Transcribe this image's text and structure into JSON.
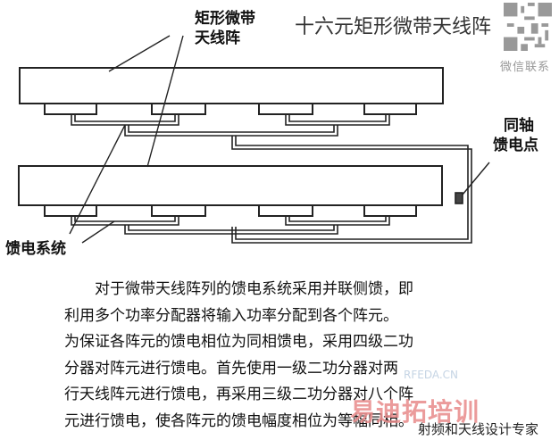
{
  "figure": {
    "title": "十六元矩形微带天线阵",
    "labels": {
      "array": [
        "矩形微带",
        "天线阵"
      ],
      "coax": [
        "同轴",
        "馈电点"
      ],
      "feed": "馈电系统"
    },
    "qr_caption": "微信联系"
  },
  "paragraph": [
    "对于微带天线阵列的馈电系统采用并联侧馈，即",
    "利用多个功率分配器将输入功率分配到各个阵元。",
    "为保证各阵元的馈电相位为同相馈电，采用四级二功",
    "分器对阵元进行馈电。首先使用一级二功分器对两",
    "行天线阵元进行馈电，再采用三级二功分器对八个阵",
    "元进行馈电，使各阵元的馈电幅度相位为等幅同相。"
  ],
  "watermark": {
    "site": "RFEDA.CN",
    "brand": "易迪拓培训",
    "tagline": "射频和天线设计专家"
  }
}
